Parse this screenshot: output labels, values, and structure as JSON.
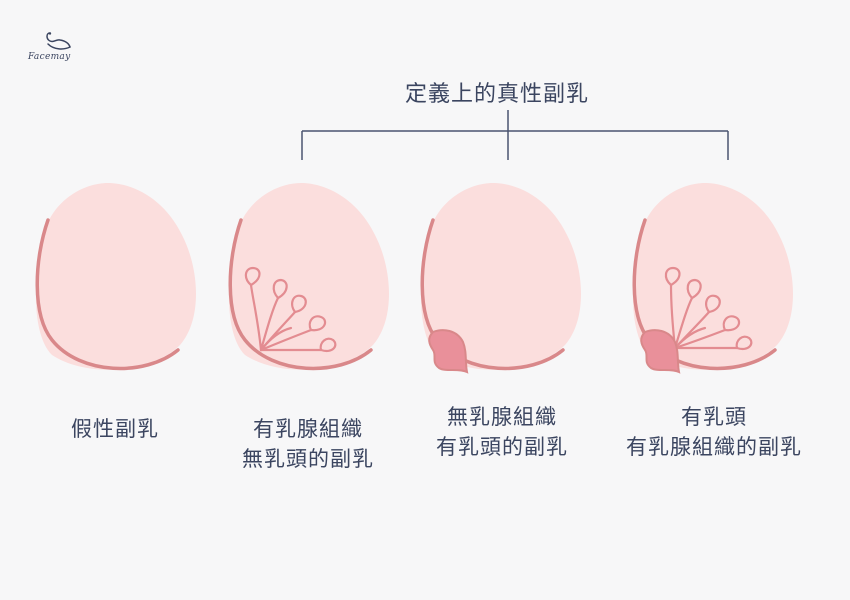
{
  "brand": {
    "name": "Facemay"
  },
  "group_title": "定義上的真性副乳",
  "types": [
    {
      "lines": [
        "假性副乳"
      ],
      "gland": false,
      "nipple": false
    },
    {
      "lines": [
        "有乳腺組織",
        "無乳頭的副乳"
      ],
      "gland": true,
      "nipple": false
    },
    {
      "lines": [
        "無乳腺組織",
        "有乳頭的副乳"
      ],
      "gland": false,
      "nipple": true
    },
    {
      "lines": [
        "有乳頭",
        "有乳腺組織的副乳"
      ],
      "gland": true,
      "nipple": true
    }
  ],
  "colors": {
    "background": "#f7f7f8",
    "breast_fill": "#fbdedd",
    "outline": "#d9888a",
    "nipple": "#e9909a",
    "gland_stroke": "#e38c91",
    "text": "#3b4560"
  }
}
